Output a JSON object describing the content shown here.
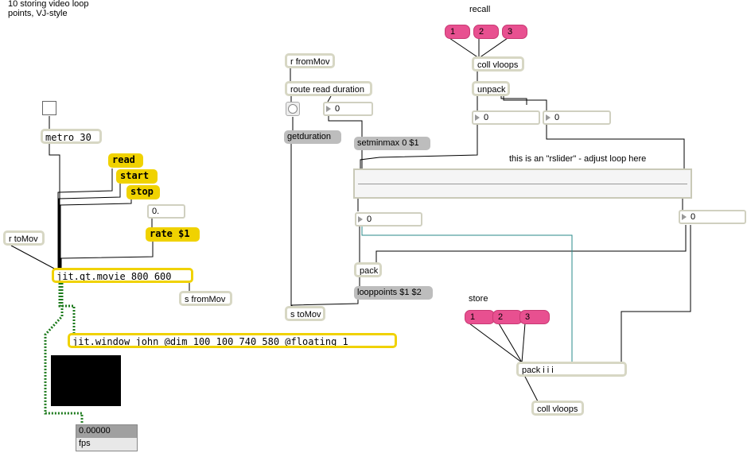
{
  "comments": {
    "title": "10 storing video loop\npoints, VJ-style",
    "recall": "recall",
    "rslider_note": "this is an \"rslider\" - adjust loop here",
    "store": "store"
  },
  "objects": {
    "metro": "metro 30",
    "r_tomov": "r toMov",
    "jit_movie": "jit.qt.movie 800 600",
    "s_frommov": "s fromMov",
    "jit_window": "jit.window john @dim 100 100 740 580 @floating 1",
    "r_frommov": "r fromMov",
    "route": "route read duration",
    "s_tomov": "s toMov",
    "pack": "pack",
    "coll_recall": "coll vloops",
    "unpack": "unpack",
    "pack_iii": "pack i i i",
    "coll_store": "coll vloops"
  },
  "messages": {
    "read": "read",
    "start": "start",
    "stop": "stop",
    "rate": "rate $1",
    "getduration": "getduration",
    "setminmax": "setminmax 0 $1",
    "looppoints": "looppoints $1 $2",
    "recall_1": "1",
    "recall_2": "2",
    "recall_3": "3",
    "store_1": "1",
    "store_2": "2",
    "store_3": "3"
  },
  "numbers": {
    "rate": "0.",
    "duration": "0",
    "unpack_left": "0",
    "unpack_right": "0",
    "rslider_out": "0",
    "right_store": "0"
  },
  "fps": {
    "value": "0.00000",
    "label": "fps"
  }
}
